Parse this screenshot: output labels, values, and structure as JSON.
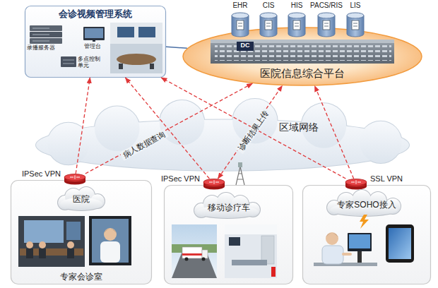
{
  "diagram": {
    "nodes": [
      {
        "text": [
          "会诊视频管理系统"
        ]
      },
      {
        "text": [
          "EHR"
        ]
      },
      {
        "text": [
          "CIS"
        ]
      },
      {
        "text": [
          "HIS"
        ]
      },
      {
        "text": [
          "PACS/RIS"
        ]
      },
      {
        "text": [
          "LIS"
        ]
      },
      {
        "text": [
          "医院信息综合平台"
        ]
      },
      {
        "text": [
          "区域网络"
        ]
      },
      {
        "text": [
          "IPSec VPN"
        ]
      },
      {
        "text": [
          "IPSec VPN"
        ]
      },
      {
        "text": [
          "SSL VPN"
        ]
      },
      {
        "text": [
          "医院",
          "专家会诊室"
        ]
      },
      {
        "text": [
          "移动诊疗车"
        ]
      },
      {
        "text": [
          "专家SOHO接入"
        ]
      }
    ],
    "edges": [
      {
        "from": 0,
        "to": 6,
        "arrow": "none"
      },
      {
        "from": 8,
        "to": 0,
        "arrow": "to"
      },
      {
        "from": 8,
        "to": 6,
        "arrow": "to",
        "label": "病人数据查询"
      },
      {
        "from": 9,
        "to": 0,
        "arrow": "to"
      },
      {
        "from": 9,
        "to": 6,
        "arrow": "both",
        "label": "诊断结果上传"
      },
      {
        "from": 10,
        "to": 0,
        "arrow": "to"
      },
      {
        "from": 10,
        "to": 6,
        "arrow": "to"
      }
    ],
    "labels": [
      "录播服务器",
      "管理台",
      "多点控制单元",
      "DC"
    ]
  }
}
